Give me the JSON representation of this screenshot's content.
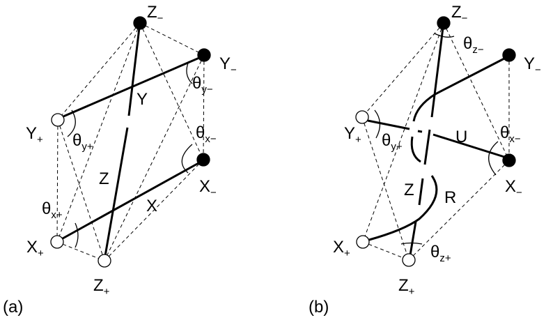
{
  "panel_a": {
    "caption": "(a)",
    "nodes": {
      "z_minus": {
        "base": "Z",
        "sub": "−"
      },
      "y_minus": {
        "base": "Y",
        "sub": "−"
      },
      "y_plus": {
        "base": "Y",
        "sub": "+"
      },
      "x_minus": {
        "base": "X",
        "sub": "−"
      },
      "x_plus": {
        "base": "X",
        "sub": "+"
      },
      "z_plus": {
        "base": "Z",
        "sub": "+"
      }
    },
    "bar_labels": {
      "y": "Y",
      "z": "Z",
      "x": "X"
    },
    "angles": {
      "theta_y_minus": {
        "base": "θ",
        "sub": "y−"
      },
      "theta_y_plus": {
        "base": "θ",
        "sub": "y+"
      },
      "theta_x_minus": {
        "base": "θ",
        "sub": "x−"
      },
      "theta_x_plus": {
        "base": "θ",
        "sub": "x+"
      }
    }
  },
  "panel_b": {
    "caption": "(b)",
    "nodes": {
      "z_minus": {
        "base": "Z",
        "sub": "−"
      },
      "y_minus": {
        "base": "Y",
        "sub": "−"
      },
      "y_plus": {
        "base": "Y",
        "sub": "+"
      },
      "x_minus": {
        "base": "X",
        "sub": "−"
      },
      "x_plus": {
        "base": "X",
        "sub": "+"
      },
      "z_plus": {
        "base": "Z",
        "sub": "+"
      }
    },
    "bar_labels": {
      "u": "U",
      "z": "Z",
      "r": "R"
    },
    "angles": {
      "theta_z_minus": {
        "base": "θ",
        "sub": "z−"
      },
      "theta_y_plus": {
        "base": "θ",
        "sub": "y+"
      },
      "theta_x_minus": {
        "base": "θ",
        "sub": "x−"
      },
      "theta_z_plus": {
        "base": "θ",
        "sub": "z+"
      }
    }
  }
}
